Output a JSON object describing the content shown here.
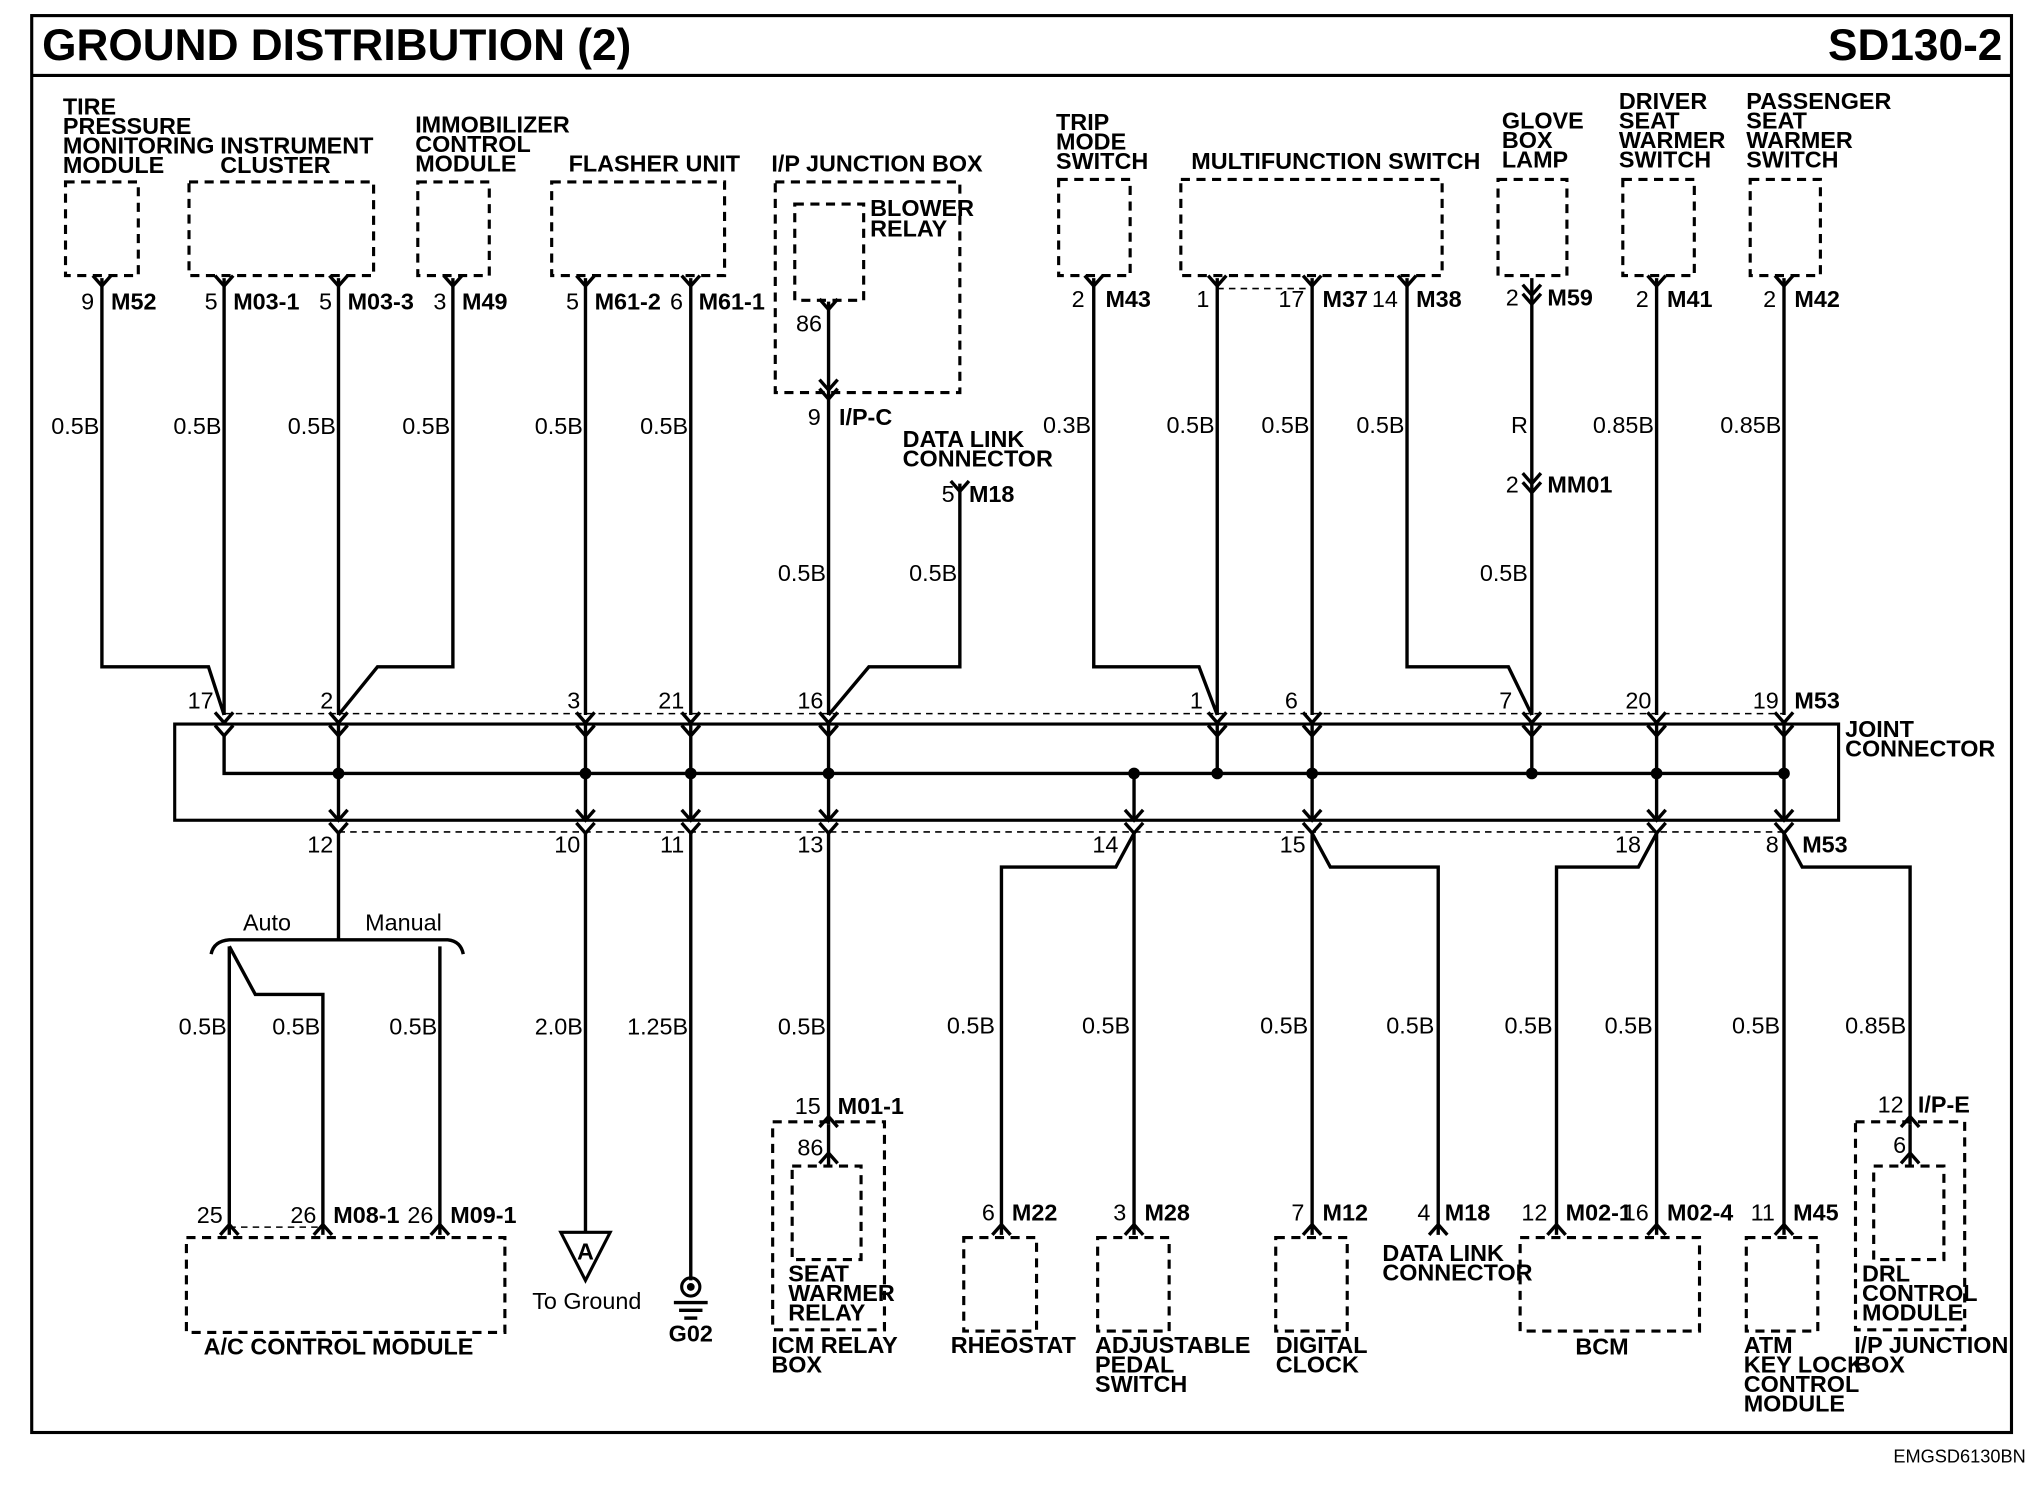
{
  "header": {
    "title": "GROUND DISTRIBUTION (2)",
    "code": "SD130-2"
  },
  "footer": {
    "ref": "EMGSD6130BN"
  },
  "joint": {
    "label1": "JOINT",
    "label2": "CONNECTOR",
    "conn_top": "M53",
    "conn_bottom": "M53"
  },
  "top_components": [
    {
      "lines": [
        "TIRE",
        "PRESSURE",
        "MONITORING",
        "MODULE"
      ],
      "pin": "9",
      "conn": "M52",
      "wire": "0.5B",
      "jc_pin": "17"
    },
    {
      "lines": [
        "INSTRUMENT",
        "CLUSTER"
      ],
      "pin1": "5",
      "conn1": "M03-1",
      "pin2": "5",
      "conn2": "M03-3",
      "wire1": "0.5B",
      "wire2": "0.5B",
      "jc_pin": "2"
    },
    {
      "lines": [
        "IMMOBILIZER",
        "CONTROL",
        "MODULE"
      ],
      "pin": "3",
      "conn": "M49",
      "wire": "0.5B"
    },
    {
      "lines": [
        "FLASHER UNIT"
      ],
      "pin1": "5",
      "conn1": "M61-2",
      "pin2": "6",
      "conn2": "M61-1",
      "wire1": "0.5B",
      "wire2": "0.5B",
      "jc_pin1": "3",
      "jc_pin2": "21"
    },
    {
      "lines": [
        "I/P JUNCTION BOX"
      ],
      "relay": [
        "BLOWER",
        "RELAY"
      ],
      "relay_pin": "86",
      "pin": "9",
      "conn": "I/P-C",
      "wire": "0.5B",
      "jc_pin": "16"
    },
    {
      "lines": [
        "DATA LINK",
        "CONNECTOR"
      ],
      "pin": "5",
      "conn": "M18",
      "wire": "0.5B"
    },
    {
      "lines": [
        "TRIP",
        "MODE",
        "SWITCH"
      ],
      "pin": "2",
      "conn": "M43",
      "wire": "0.3B",
      "jc_pin": "1"
    },
    {
      "lines": [
        "MULTIFUNCTION SWITCH"
      ],
      "pin1": "1",
      "pin2": "17",
      "conn2": "M37",
      "pin3": "14",
      "conn3": "M38",
      "wire1": "0.5B",
      "wire2": "0.5B",
      "wire3": "0.5B",
      "jc_pin1": "6",
      "jc_pin2": "7"
    },
    {
      "lines": [
        "GLOVE",
        "BOX",
        "LAMP"
      ],
      "pin": "2",
      "conn": "M59",
      "wire": "R",
      "mm_pin": "2",
      "mm_conn": "MM01",
      "wire2": "0.5B"
    },
    {
      "lines": [
        "DRIVER",
        "SEAT",
        "WARMER",
        "SWITCH"
      ],
      "pin": "2",
      "conn": "M41",
      "wire": "0.85B",
      "jc_pin": "20"
    },
    {
      "lines": [
        "PASSENGER",
        "SEAT",
        "WARMER",
        "SWITCH"
      ],
      "pin": "2",
      "conn": "M42",
      "wire": "0.85B",
      "jc_pin": "19"
    }
  ],
  "bottom": {
    "jc_pins": [
      "12",
      "10",
      "11",
      "13",
      "14",
      "15",
      "18",
      "8"
    ],
    "auto": "Auto",
    "manual": "Manual",
    "ac": {
      "name": "A/C CONTROL MODULE",
      "pin1": "25",
      "pin2": "26",
      "conn1": "M08-1",
      "pin3": "26",
      "conn2": "M09-1",
      "wire1": "0.5B",
      "wire2": "0.5B",
      "wire3": "0.5B"
    },
    "ground_a": {
      "wire": "2.0B",
      "letter": "A",
      "label": "To Ground"
    },
    "g02": {
      "wire": "1.25B",
      "label": "G02"
    },
    "icm": {
      "wire": "0.5B",
      "pin": "15",
      "conn": "M01-1",
      "relay_pin": "86",
      "relay": [
        "SEAT",
        "WARMER",
        "RELAY"
      ],
      "name": [
        "ICM RELAY",
        "BOX"
      ]
    },
    "rheostat": {
      "wire": "0.5B",
      "pin": "6",
      "conn": "M22",
      "name": "RHEOSTAT"
    },
    "pedal": {
      "wire": "0.5B",
      "pin": "3",
      "conn": "M28",
      "name": [
        "ADJUSTABLE",
        "PEDAL",
        "SWITCH"
      ]
    },
    "clock": {
      "wire": "0.5B",
      "pin": "7",
      "conn": "M12",
      "name": [
        "DIGITAL",
        "CLOCK"
      ]
    },
    "dlc": {
      "wire": "0.5B",
      "pin": "4",
      "conn": "M18",
      "name": [
        "DATA LINK",
        "CONNECTOR"
      ]
    },
    "bcm": {
      "wire1": "0.5B",
      "wire2": "0.5B",
      "pin1": "12",
      "conn1": "M02-1",
      "pin2": "16",
      "conn2": "M02-4",
      "name": "BCM"
    },
    "atm": {
      "wire": "0.5B",
      "pin": "11",
      "conn": "M45",
      "name": [
        "ATM",
        "KEY LOCK",
        "CONTROL",
        "MODULE"
      ]
    },
    "drl": {
      "wire": "0.85B",
      "pin": "12",
      "conn": "I/P-E",
      "inner_pin": "6",
      "name": [
        "DRL",
        "CONTROL",
        "MODULE"
      ],
      "box": [
        "I/P JUNCTION",
        "BOX"
      ]
    }
  }
}
